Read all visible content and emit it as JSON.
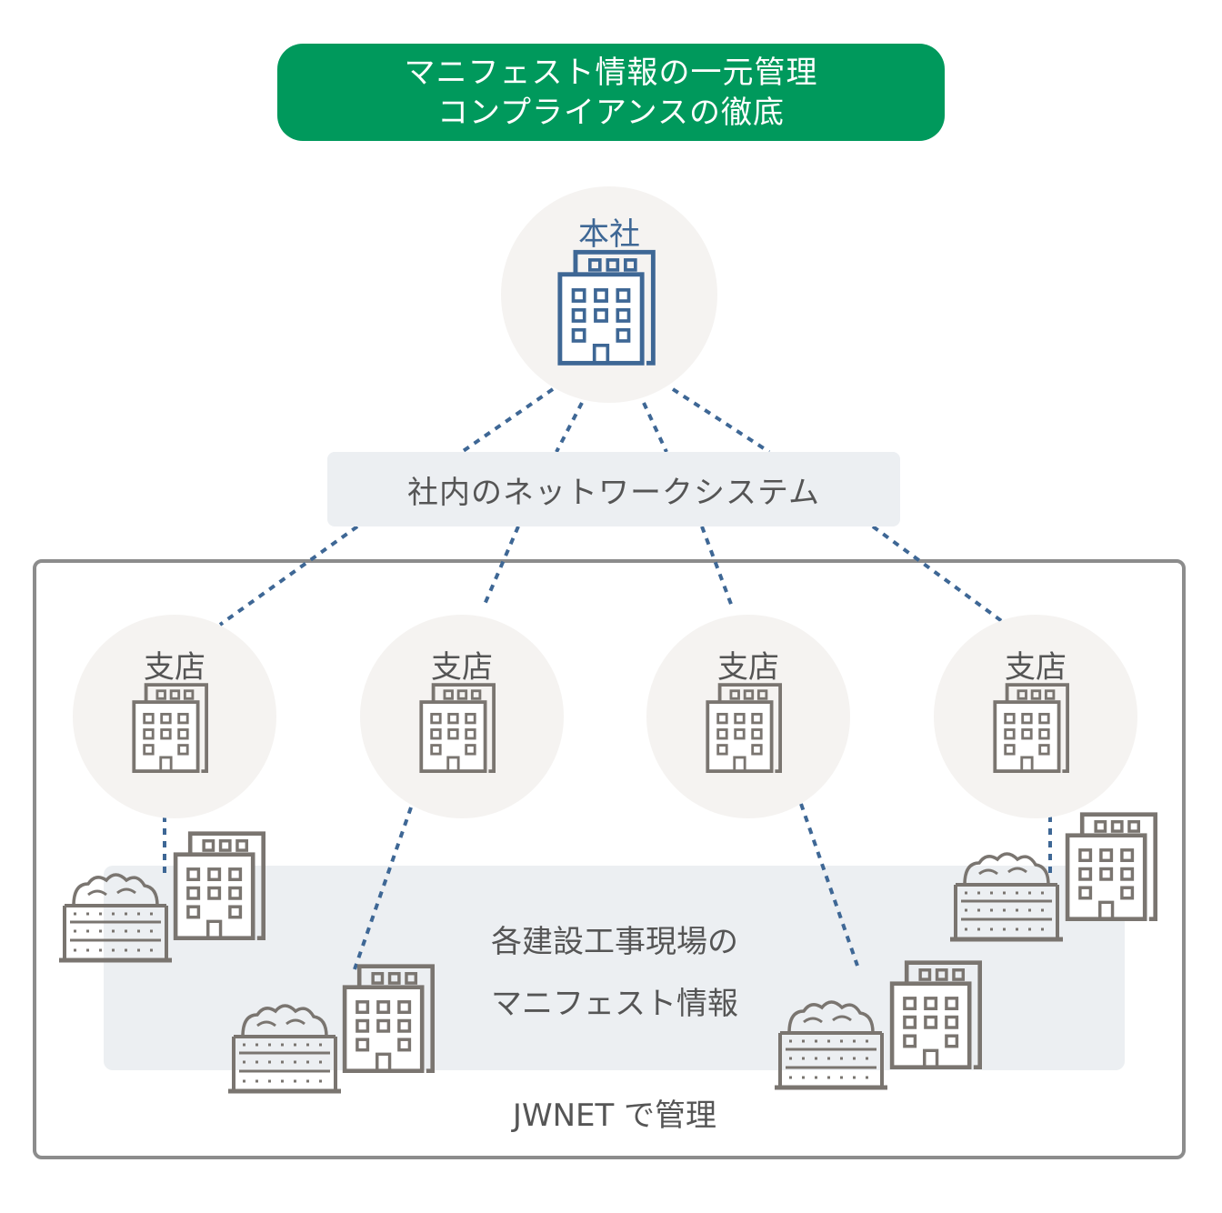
{
  "banner": {
    "line1": "マニフェスト情報の一元管理",
    "line2": "コンプライアンスの徹底"
  },
  "headquarters": {
    "label": "本社"
  },
  "network": {
    "label": "社内のネットワークシステム"
  },
  "branches": [
    {
      "label": "支店"
    },
    {
      "label": "支店"
    },
    {
      "label": "支店"
    },
    {
      "label": "支店"
    }
  ],
  "site_info": {
    "line1": "各建設工事現場の",
    "line2": "マニフェスト情報"
  },
  "footer": {
    "label": "JWNET で管理"
  },
  "colors": {
    "banner": "#00995c",
    "hq_icon": "#3e6795",
    "connector": "#3e6795",
    "icon_gray": "#7a7570",
    "circle": "#f5f3f1",
    "panel": "#eceff2",
    "frame": "#8c8c8c"
  }
}
